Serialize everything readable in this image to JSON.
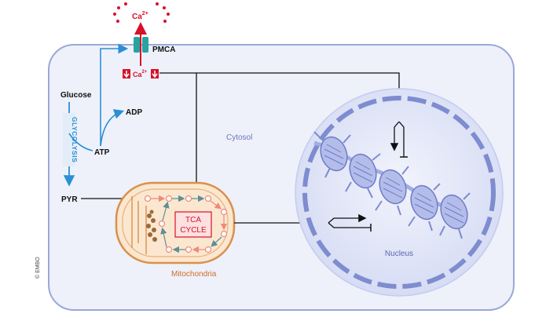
{
  "labels": {
    "ca_top": "Ca",
    "ca_top_sup": "2+",
    "pmca": "PMCA",
    "ca_mid": "Ca",
    "ca_mid_sup": "2+",
    "glucose": "Glucose",
    "glycolysis": "GLYCOLYSIS",
    "adp": "ADP",
    "atp": "ATP",
    "pyr": "PYR",
    "cytosol": "Cytosol",
    "tca_line1": "TCA",
    "tca_line2": "CYCLE",
    "mitochondria": "Mitochondria",
    "nucleus": "Nucleus",
    "copyright": "© EMBO"
  },
  "colors": {
    "cell_fill": "#eef1fa",
    "cell_stroke": "#9aa8d8",
    "blue_arrow": "#2a8fd6",
    "red": "#d8102a",
    "pmca_teal": "#27a3a0",
    "mito_fill": "#fbe7cf",
    "mito_stroke": "#d9904a",
    "nucleus_fill": "#dde2f6",
    "nucleus_stroke": "#7e8cd0",
    "dna": "#8c98dc",
    "tca_fill": "#fde0e0"
  },
  "icons": {
    "ca_down_marker": "down-arrow-box-icon"
  }
}
